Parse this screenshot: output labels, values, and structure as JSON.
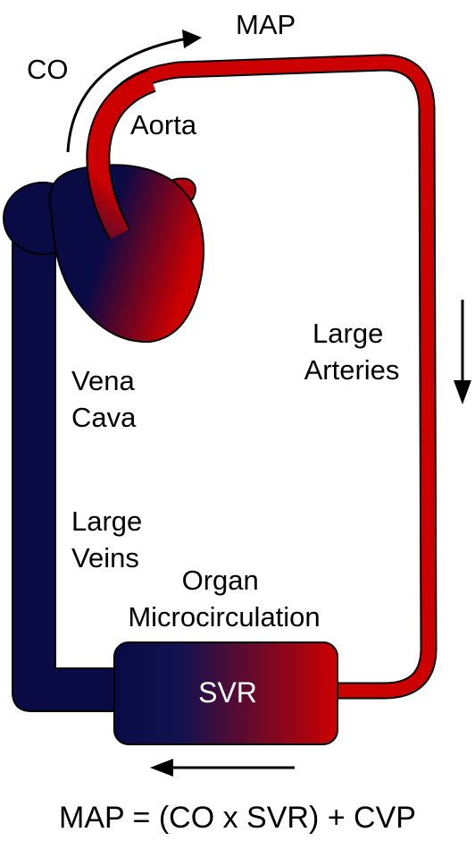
{
  "labels": {
    "co": "CO",
    "map": "MAP",
    "aorta": "Aorta",
    "large_arteries": [
      "Large",
      "Arteries"
    ],
    "vena_cava": [
      "Vena",
      "Cava"
    ],
    "large_veins": [
      "Large",
      "Veins"
    ],
    "organ_microcirculation": [
      "Organ",
      "Microcirculation"
    ],
    "svr": "SVR"
  },
  "formula": "MAP = (CO x SVR) + CVP",
  "colors": {
    "arterial": "#cc0000",
    "venous": "#0a0a45",
    "outline": "#000000",
    "background": "#ffffff"
  }
}
